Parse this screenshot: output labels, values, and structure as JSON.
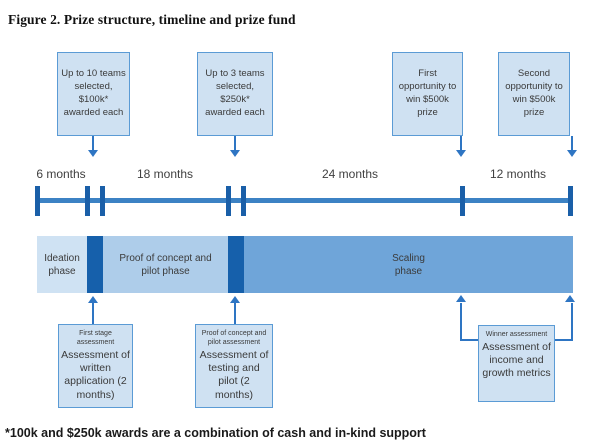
{
  "title": "Figure 2. Prize structure, timeline and prize fund",
  "footnote": "*100k and $250k awards are a combination of cash and in-kind support",
  "top_boxes": [
    {
      "label": "Up to 10 teams selected, $100k* awarded each"
    },
    {
      "label": "Up to 3 teams selected, $250k* awarded each"
    },
    {
      "label": "First opportunity to win $500k prize"
    },
    {
      "label": "Second opportunity to win $500k prize"
    }
  ],
  "timeline": {
    "segments": [
      "6 months",
      "18 months",
      "24 months",
      "12 months"
    ]
  },
  "phases": [
    {
      "label": "Ideation phase"
    },
    {
      "label": "Proof of concept and pilot phase"
    },
    {
      "label": "Scaling phase"
    }
  ],
  "assessments": [
    {
      "heading": "First stage assessment",
      "body": "Assessment of written application (2 months)"
    },
    {
      "heading": "Proof of concept and pilot assessment",
      "body": "Assessment of testing and pilot (2 months)"
    },
    {
      "heading": "Winner assessment",
      "body": "Assessment of income and growth metrics"
    }
  ],
  "colors": {
    "box_fill": "#cfe1f2",
    "box_border": "#5b9bd5",
    "arrow": "#2e75c3",
    "timeline_line": "#3c82c4",
    "tick": "#1a5fa8",
    "phase_divider": "#1660ab",
    "phase_ideation_fill": "#cfe2f3",
    "phase_proof_fill": "#aecdea",
    "phase_scaling_fill": "#6fa5d9",
    "text": "#3d3d3d"
  }
}
